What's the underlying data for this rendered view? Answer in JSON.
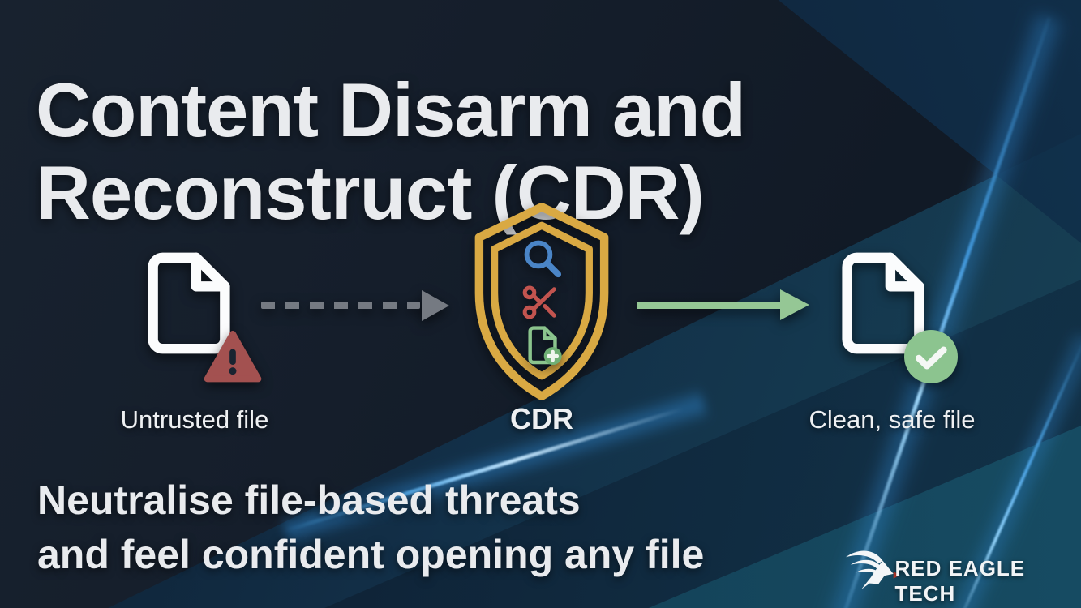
{
  "title": {
    "line1": "Content Disarm and",
    "line2": "Reconstruct (CDR)"
  },
  "diagram": {
    "untrusted": {
      "label": "Untrusted file"
    },
    "cdr": {
      "label": "CDR"
    },
    "clean": {
      "label": "Clean, safe file"
    }
  },
  "tagline": {
    "line1": "Neutralise file-based threats",
    "line2": "and feel confident opening any file"
  },
  "brand": {
    "name": "RED EAGLE TECH"
  },
  "icons": {
    "untrusted_file": "file-outline-icon",
    "untrusted_warning": "warning-triangle-icon",
    "cdr_shield": "shield-outline-icon",
    "cdr_inspect": "magnifier-icon",
    "cdr_remove": "scissors-icon",
    "cdr_rebuild": "file-plus-icon",
    "clean_file": "file-outline-icon",
    "clean_check": "check-circle-icon",
    "flow_in": "dashed-arrow-right-icon",
    "flow_out": "solid-arrow-right-icon",
    "brand_logo": "eagle-icon"
  },
  "colors": {
    "background": "#131c28",
    "title_text": "#e9ebee",
    "shield_gold": "#d9a943",
    "warning_red": "#a35150",
    "arrow_green": "#95c795",
    "check_green": "#8cc48f",
    "search_blue": "#4a85c7",
    "scissors_red": "#c2544f",
    "fileplus_green": "#8bc48d",
    "dashed_arrow_gray": "#757a82",
    "streak_blue": "#2f86cf"
  }
}
